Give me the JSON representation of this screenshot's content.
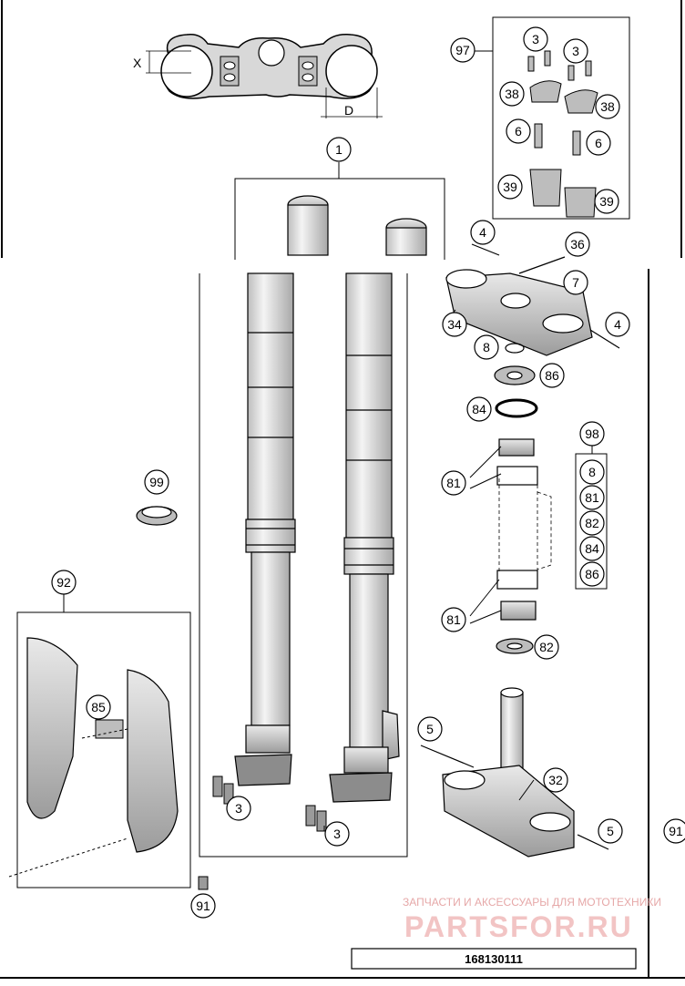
{
  "dimension_labels": {
    "x": "X",
    "d": "D"
  },
  "callouts": {
    "c1": "1",
    "c97": "97",
    "c3a": "3",
    "c3b": "3",
    "c38a": "38",
    "c38b": "38",
    "c6a": "6",
    "c6b": "6",
    "c39a": "39",
    "c39b": "39",
    "c4a": "4",
    "c36": "36",
    "c7": "7",
    "c34": "34",
    "c4b": "4",
    "c8": "8",
    "c86": "86",
    "c84": "84",
    "c98": "98",
    "c81a": "81",
    "c99": "99",
    "c92": "92",
    "c85": "85",
    "c81b": "81",
    "c82": "82",
    "c5a": "5",
    "c32": "32",
    "c5b": "5",
    "c3c": "3",
    "c3d": "3",
    "c91a": "91",
    "c91b": "91",
    "k8": "8",
    "k81": "81",
    "k82": "82",
    "k84": "84",
    "k86": "86"
  },
  "watermark": {
    "tagline": "ЗАПЧАСТИ И АКСЕССУАРЫ ДЛЯ МОТОТЕХНИКИ",
    "brand": "PARTSFOR.RU"
  },
  "drawing_number": "168130111"
}
